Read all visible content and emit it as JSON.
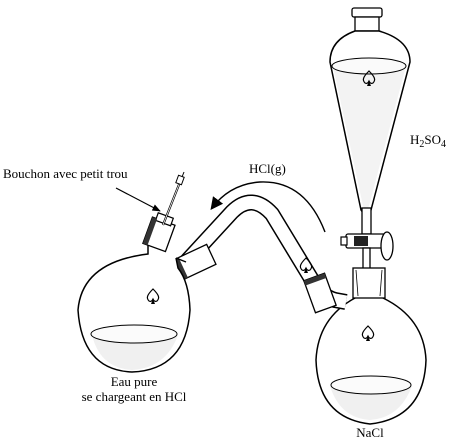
{
  "labels": {
    "stopper": "Bouchon avec petit trou",
    "gas": "HCl(g)",
    "acid": {
      "h": "H",
      "h_sub": "2",
      "so": "SO",
      "so_sub": "4"
    },
    "left_flask": {
      "line1": "Eau pure",
      "line2": "se chargeant en HCl"
    },
    "right_flask": "NaCl"
  },
  "icons": [
    "spade-glass-mark-icon",
    "flow-arrow-icon",
    "stopper-arrow-icon",
    "needle-icon",
    "stopcock-icon"
  ]
}
